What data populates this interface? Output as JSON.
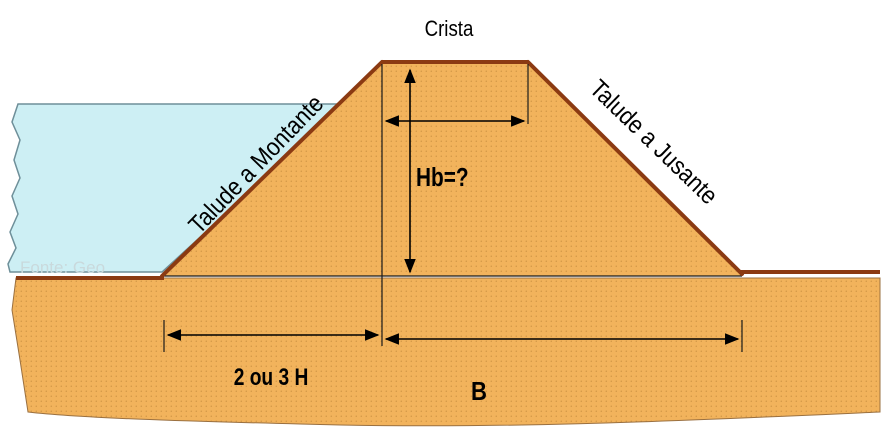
{
  "labels": {
    "crest": "Crista",
    "upstream_slope": "Talude a Montante",
    "downstream_slope": "Talude a Jusante",
    "height": "Hb=?",
    "base_offset": "2 ou 3 H",
    "base": "B"
  },
  "watermark": "Fonte: Geo",
  "colors": {
    "soil_fill": "#f2b35c",
    "soil_dots": "#b98237",
    "slope_edge": "#8b3a12",
    "water_fill": "#cdeff4",
    "water_edge": "#6e8f99",
    "dimension_line": "#000000"
  }
}
